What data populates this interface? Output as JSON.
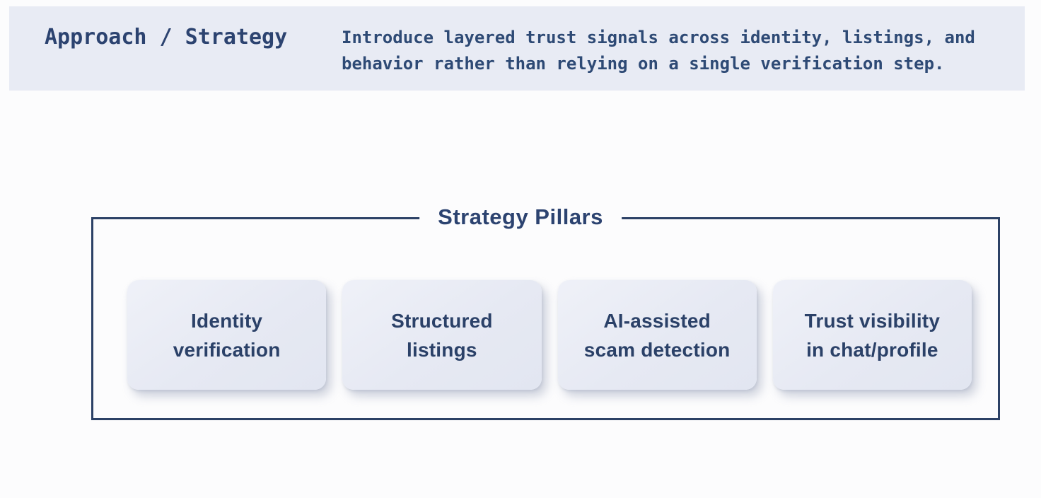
{
  "header": {
    "title": "Approach / Strategy",
    "description": "Introduce layered trust signals across identity, listings, and\nbehavior rather than relying on a single verification step."
  },
  "pillars": {
    "title": "Strategy Pillars",
    "items": [
      {
        "label": "Identity\nverification"
      },
      {
        "label": "Structured\nlistings"
      },
      {
        "label": "AI-assisted\nscam detection"
      },
      {
        "label": "Trust visibility\nin chat/profile"
      }
    ]
  },
  "colors": {
    "page_background": "#fcfcfd",
    "header_background": "#e8ebf4",
    "title_navy": "#2c4370",
    "description_navy": "#2e4a75",
    "card_text_navy": "#2b4168",
    "box_border_navy": "#2c4166",
    "card_background": "#e6e9f3"
  }
}
